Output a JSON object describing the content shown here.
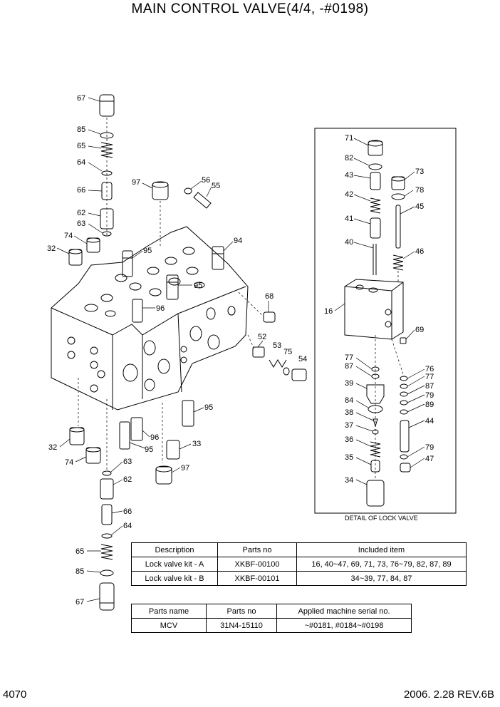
{
  "title": "MAIN CONTROL VALVE(4/4, -#0198)",
  "detail_caption": "DETAIL OF LOCK VALVE",
  "callouts": {
    "c67a": "67",
    "c85a": "85",
    "c65a": "65",
    "c64a": "64",
    "c66a": "66",
    "c62a": "62",
    "c63a": "63",
    "c74a": "74",
    "c32a": "32",
    "c97a": "97",
    "c56": "56",
    "c55": "55",
    "c95a": "95",
    "c94": "94",
    "c95b": "95",
    "c96a": "96",
    "c68": "68",
    "c52": "52",
    "c53": "53",
    "c75": "75",
    "c54": "54",
    "c95c": "95",
    "c96b": "96",
    "c95d": "95",
    "c33": "33",
    "c97b": "97",
    "c32b": "32",
    "c74b": "74",
    "c63b": "63",
    "c62b": "62",
    "c66b": "66",
    "c64b": "64",
    "c65b": "65",
    "c85b": "85",
    "c67b": "67",
    "d71": "71",
    "d82": "82",
    "d43": "43",
    "d73": "73",
    "d78": "78",
    "d42": "42",
    "d45": "45",
    "d41": "41",
    "d40": "40",
    "d46": "46",
    "d16": "16",
    "d69": "69",
    "d77a": "77",
    "d87a": "87",
    "d39": "39",
    "d84": "84",
    "d38": "38",
    "d37": "37",
    "d36": "36",
    "d35": "35",
    "d34": "34",
    "d76": "76",
    "d77b": "77",
    "d87b": "87",
    "d79a": "79",
    "d89": "89",
    "d44": "44",
    "d79b": "79",
    "d47": "47"
  },
  "kit_table": {
    "headers": [
      "Description",
      "Parts no",
      "Included item"
    ],
    "rows": [
      [
        "Lock valve kit - A",
        "XKBF-00100",
        "16, 40~47, 69, 71, 73, 76~79, 82, 87, 89"
      ],
      [
        "Lock valve kit - B",
        "XKBF-00101",
        "34~39, 77, 84, 87"
      ]
    ]
  },
  "serial_table": {
    "headers": [
      "Parts name",
      "Parts no",
      "Applied machine serial no."
    ],
    "rows": [
      [
        "MCV",
        "31N4-15110",
        "~#0181, #0184~#0198"
      ]
    ]
  },
  "footer": {
    "page": "4070",
    "date_rev": "2006. 2.28  REV.6B"
  }
}
